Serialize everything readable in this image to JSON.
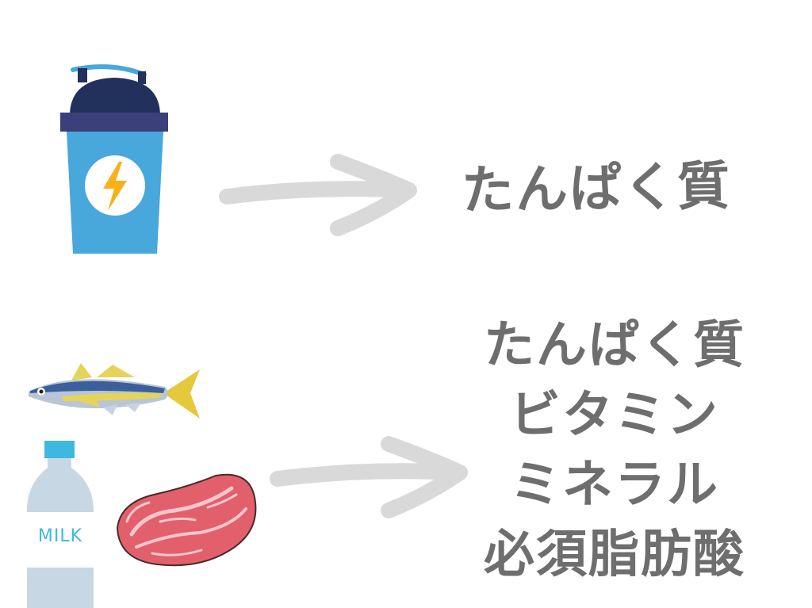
{
  "top_row": {
    "result_label": "たんぱく質"
  },
  "bottom_row": {
    "nutrients": [
      "たんぱく質",
      "ビタミン",
      "ミネラル",
      "必須脂肪酸"
    ]
  },
  "milk_bottle": {
    "label": "MILK"
  },
  "colors": {
    "shaker_body": "#48a7db",
    "shaker_lid": "#22305c",
    "shaker_band": "#3b3f7c",
    "bolt": "#f6b21a",
    "arrow": "#d9d9d9",
    "text": "#6e6e6e",
    "meat": "#d94a5a",
    "milk": "#c7d7e3",
    "bottle_cap": "#3fb8e0"
  }
}
